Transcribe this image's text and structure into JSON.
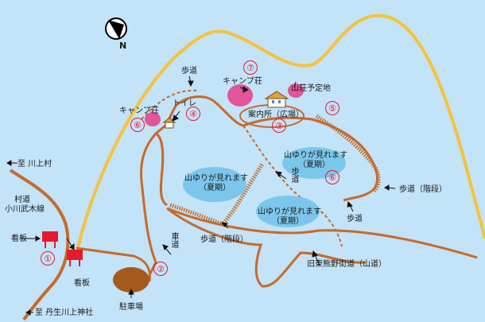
{
  "compass": {
    "north_label": "N"
  },
  "labels": {
    "to_kawakami": "至 川上村",
    "village_road_line1": "村道",
    "village_road_line2": "小川武木線",
    "signboard_left": "看板",
    "signboard_right": "看板",
    "to_nyu_shrine": "至 丹生川上神社",
    "parking": "駐車場",
    "car_road": "車道",
    "footpath_top": "歩道",
    "footpath_mid": "歩道",
    "footpath_right": "歩道",
    "stair_path_bottom": "歩道（階段）",
    "stair_path_right": "歩道（階段）",
    "camp_lodge_left": "キャンプ荘",
    "toilet": "トイレ",
    "camp_lodge_top": "キャンプ荘",
    "lodge_planned": "山荘予定地",
    "info_center": "案内所（広場）",
    "lily_line1": "山ゆりが見れます",
    "lily_line2": "（夏期）",
    "old_road": "旧東熊野街道（山道）"
  },
  "numbers": {
    "n1": "①",
    "n2": "②",
    "n3": "③",
    "n4": "④",
    "n5": "⑤",
    "n6a": "⑥",
    "n6b": "⑥",
    "n7": "⑦"
  },
  "colors": {
    "background": "#c2e3f8",
    "mountain_outline": "#f5c33a",
    "road": "#c66a2b",
    "parking": "#a55a1c",
    "lily_area": "#7cc6ec",
    "camp_area": "#e2559a",
    "signboard": "#e8192c",
    "numbers": "#e8192c"
  }
}
